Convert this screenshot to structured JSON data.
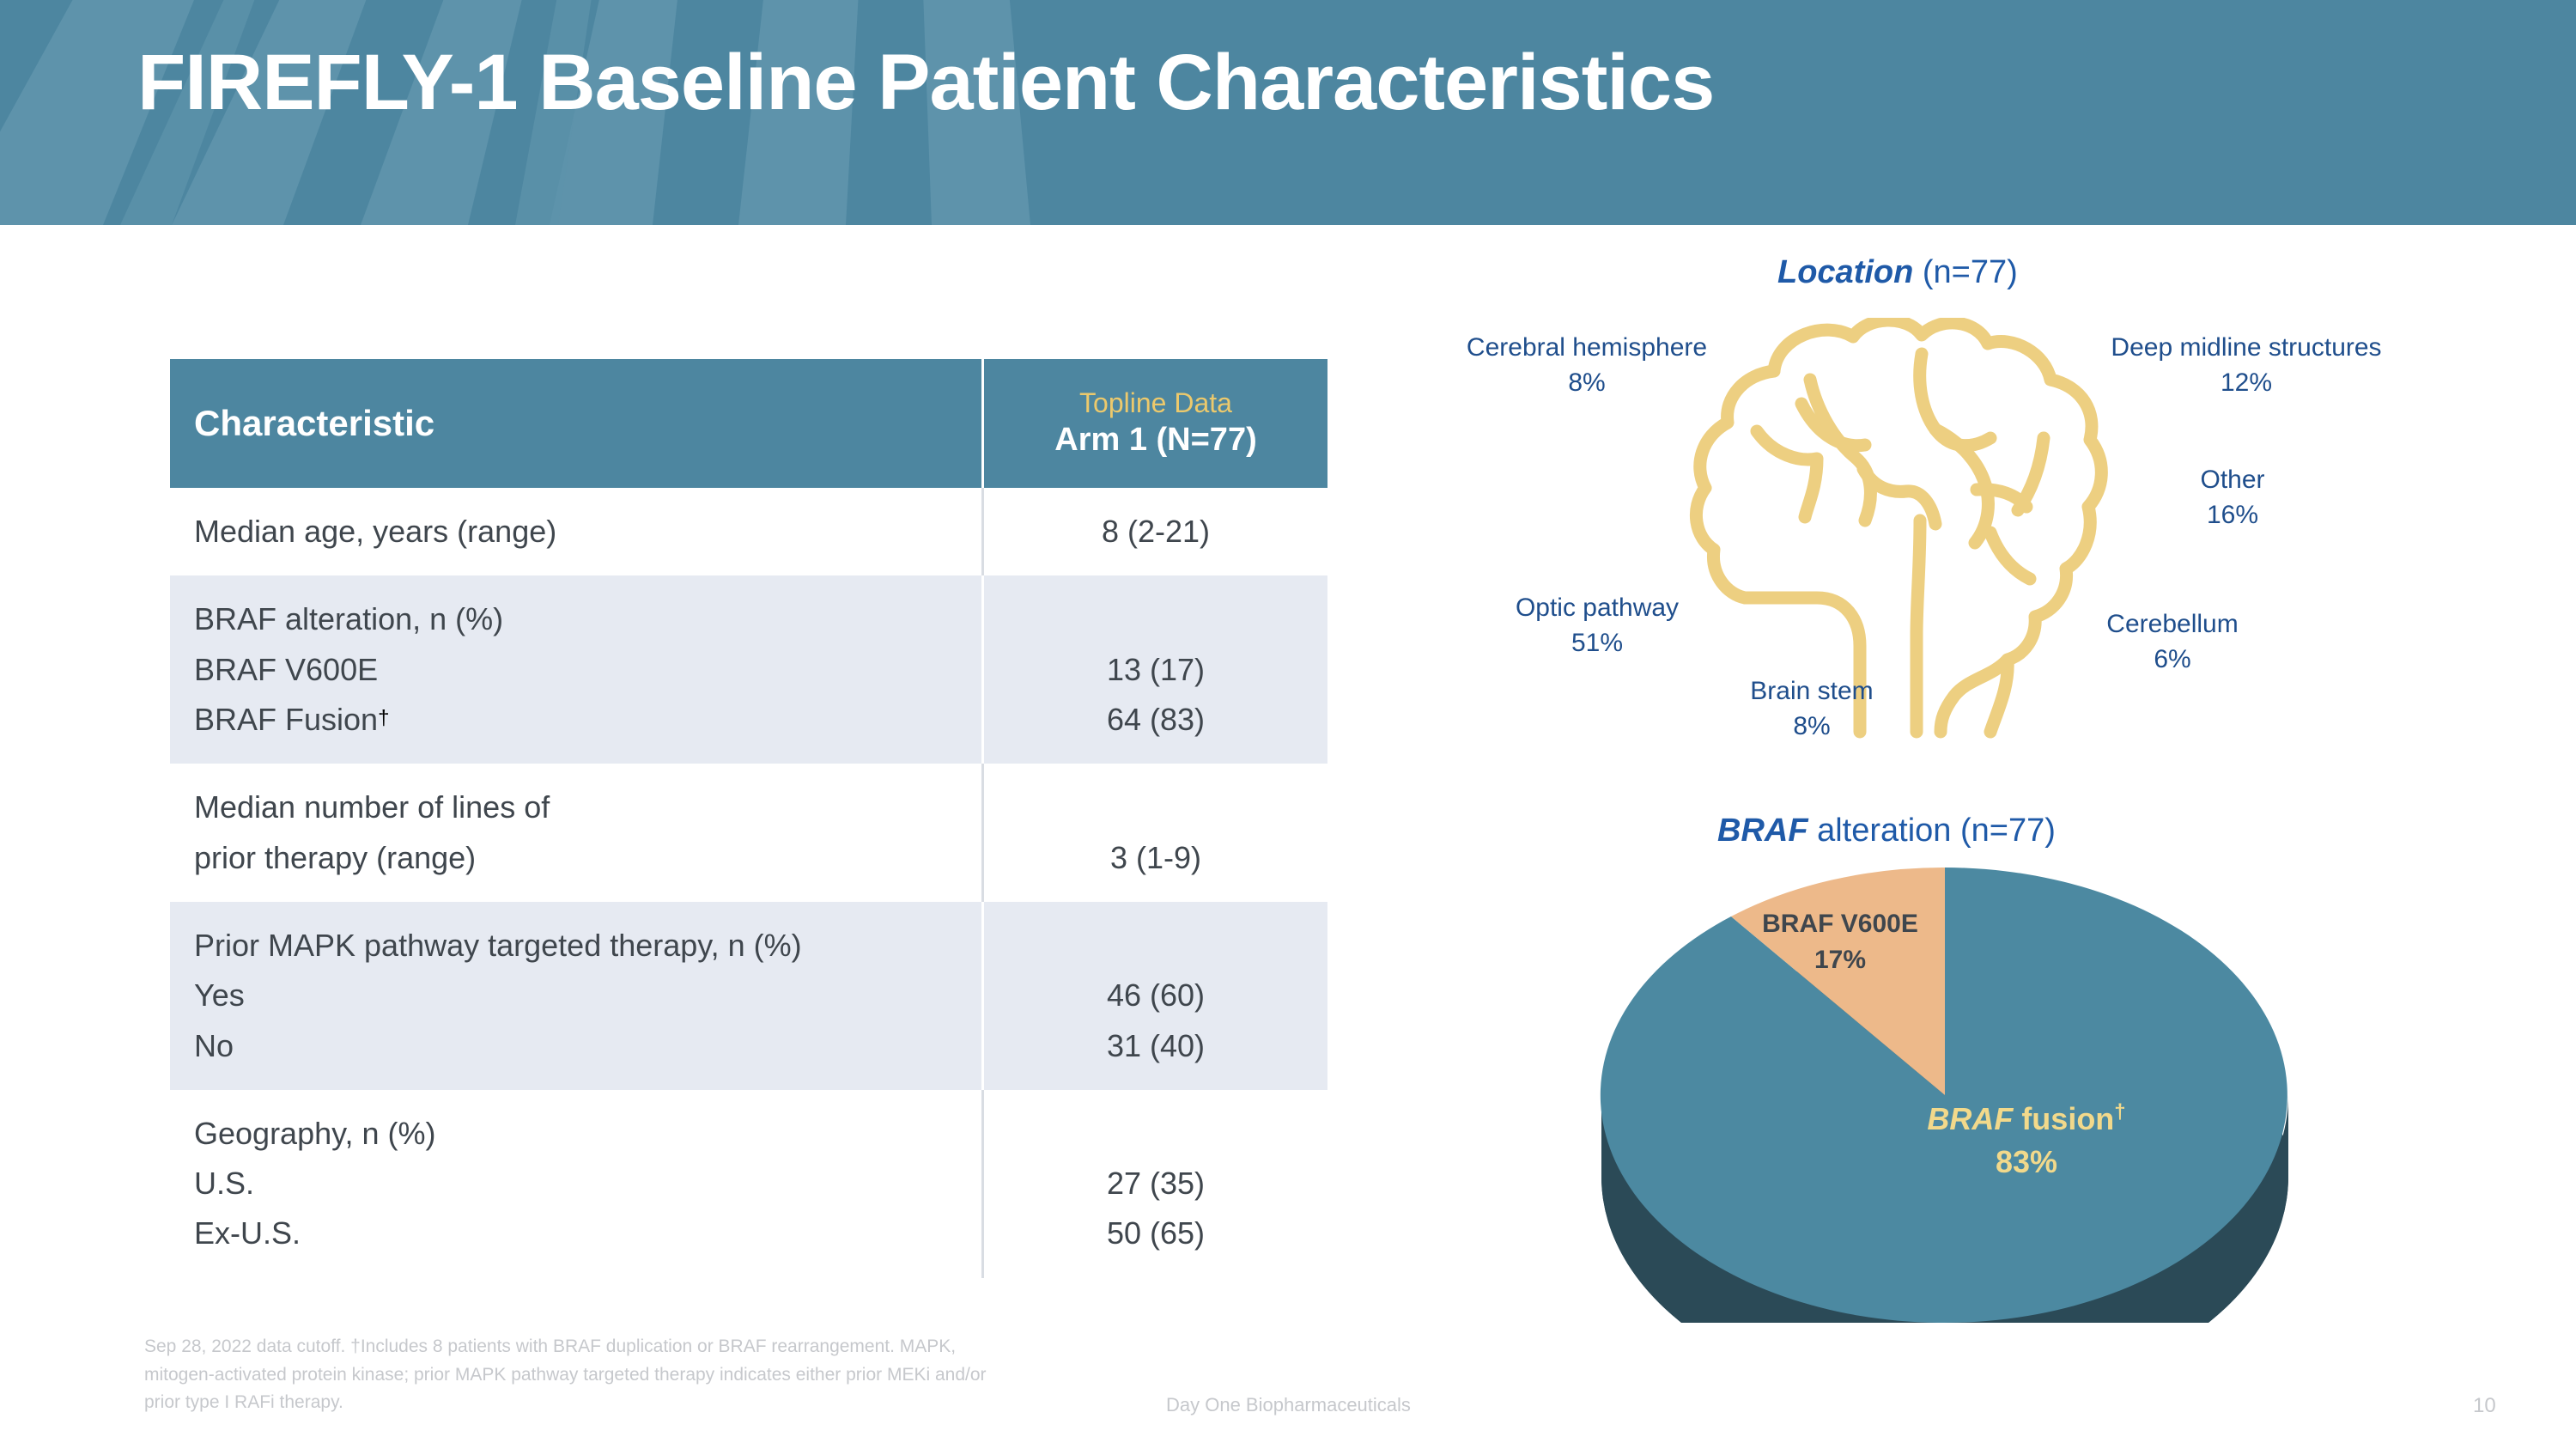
{
  "header": {
    "title": "FIREFLY-1 Baseline Patient Characteristics",
    "band_color": "#4d86a0",
    "ray_color": "#5e93ab"
  },
  "table": {
    "col1_header": "Characteristic",
    "col2_header_top": "Topline Data",
    "col2_header_bottom": "Arm 1 (N=77)",
    "header_bg": "#4d86a0",
    "shaded_row_bg": "#e6eaf2",
    "rows": [
      {
        "label": "Median age, years (range)",
        "value": "8 (2-21)",
        "shaded": false
      },
      {
        "label": "BRAF alteration, n (%)\nBRAF V600E\nBRAF Fusion",
        "label_sup": "†",
        "value": "\n13 (17)\n64 (83)",
        "shaded": true
      },
      {
        "label": "Median number of lines of\nprior therapy (range)",
        "value": "\n3 (1-9)",
        "shaded": false
      },
      {
        "label": "Prior MAPK pathway targeted therapy, n (%)\nYes\nNo",
        "value": "\n46 (60)\n31 (40)",
        "shaded": true
      },
      {
        "label": "Geography, n (%)\nU.S.\nEx-U.S.",
        "value": "\n27 (35)\n50 (65)",
        "shaded": false
      }
    ]
  },
  "footnote": "Sep 28, 2022 data cutoff. †Includes 8 patients with BRAF duplication or BRAF rearrangement.  MAPK,\nmitogen-activated protein kinase; prior MAPK pathway targeted therapy indicates either prior MEKi and/or\nprior type I RAFi therapy.",
  "footer": {
    "company": "Day One Biopharmaceuticals",
    "page_number": "10"
  },
  "chart_data": [
    {
      "type": "diagram",
      "title_emphasis": "Location",
      "title_rest": " (n=77)",
      "title_color": "#1f5aa8",
      "subject": "brain-outline",
      "outline_color": "#edcf81",
      "label_color": "#1f4e8c",
      "categories": [
        "Cerebral hemisphere",
        "Deep midline structures",
        "Other",
        "Optic pathway",
        "Cerebellum",
        "Brain stem"
      ],
      "values": [
        8,
        12,
        16,
        51,
        6,
        8
      ],
      "value_labels": [
        "8%",
        "12%",
        "16%",
        "51%",
        "6%",
        "8%"
      ],
      "n": 77
    },
    {
      "type": "pie",
      "title_emphasis": "BRAF",
      "title_rest": " alteration (n=77)",
      "title_color": "#1f5aa8",
      "three_d": true,
      "categories": [
        "BRAF V600E",
        "BRAF fusion"
      ],
      "values": [
        17,
        83
      ],
      "value_labels": [
        "17%",
        "83%"
      ],
      "colors": [
        "#edb98a",
        "#4c89a1"
      ],
      "side_color": "#2b4a57",
      "n": 77,
      "slice_labels": {
        "v600e_name": "BRAF V600E",
        "v600e_value": "17%",
        "fusion_name": "BRAF",
        "fusion_name_rest": " fusion",
        "fusion_sup": "†",
        "fusion_value": "83%"
      }
    }
  ],
  "brain_labels": {
    "cerebral": "Cerebral hemisphere\n8%",
    "deep_midline": "Deep midline structures\n12%",
    "other": "Other\n16%",
    "optic": "Optic pathway\n51%",
    "cerebellum": "Cerebellum\n6%",
    "brain_stem": "Brain stem\n8%"
  }
}
